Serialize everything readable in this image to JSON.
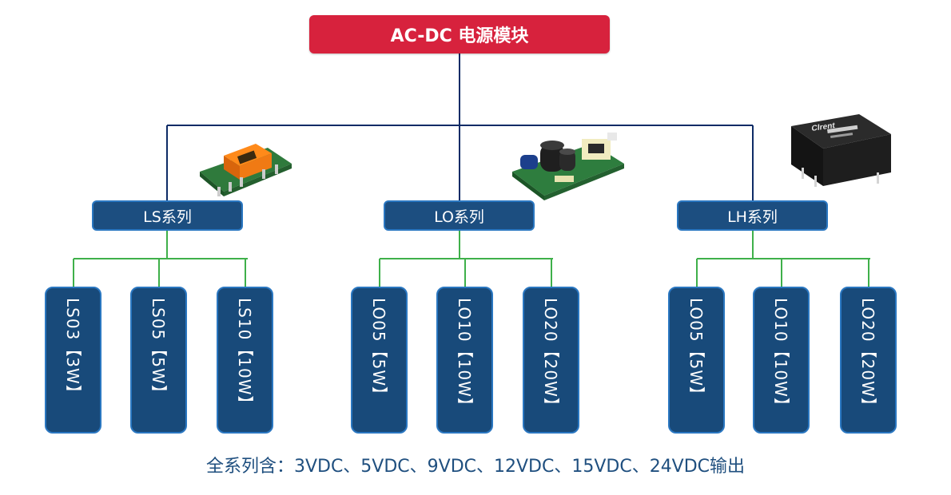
{
  "title": "AC-DC 电源模块",
  "series": [
    {
      "label": "LS系列",
      "models": [
        "LS03【3W】",
        "LS05【5W】",
        "LS10【10W】"
      ]
    },
    {
      "label": "LO系列",
      "models": [
        "LO05【5W】",
        "LO10【10W】",
        "LO20【20W】"
      ]
    },
    {
      "label": "LH系列",
      "models": [
        "LO05【5W】",
        "LO10【10W】",
        "LO20【20W】"
      ]
    }
  ],
  "footer": "全系列含：3VDC、5VDC、9VDC、12VDC、15VDC、24VDC输出",
  "colors": {
    "root": "#d7223d",
    "box": "#1c4e80",
    "box_border": "#2a77c1",
    "top_lines": "#0d2b66",
    "branch_lines": "#3fb04a"
  },
  "product_photos": [
    "ls-series-module-photo",
    "lo-series-module-photo",
    "lh-series-module-photo"
  ],
  "lh_photo_label": "Clrent"
}
